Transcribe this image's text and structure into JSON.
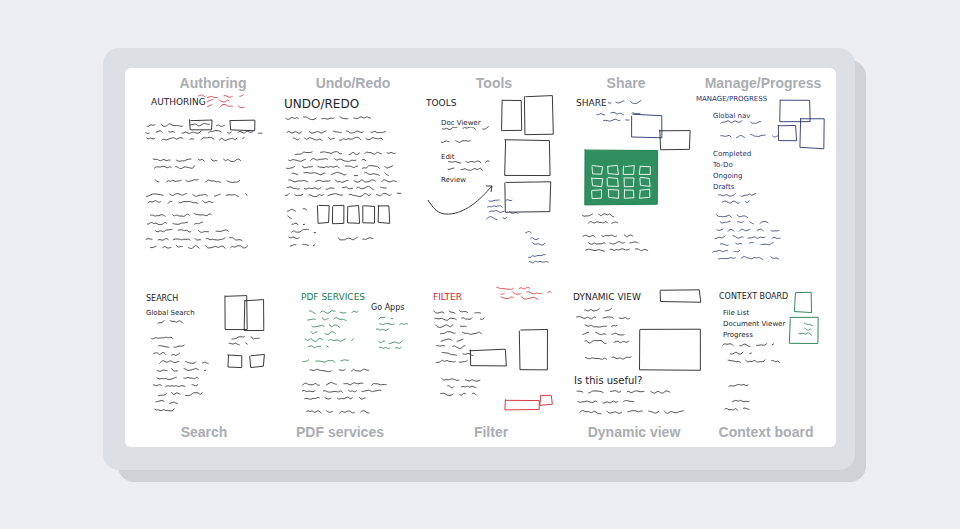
{
  "diagram": {
    "labels": [
      "Authoring",
      "Undo/Redo",
      "Tools",
      "Share",
      "Manage/Progress",
      "AUTHORING",
      "UNDO/REDO",
      "TOOLS",
      "Doc Viewer",
      "Edit",
      "Review",
      "SHARE",
      "MANAGE/PROGRESS",
      "Global nav",
      "Completed",
      "To-Do",
      "Ongoing",
      "Drafts",
      "SEARCH",
      "Global Search",
      "PDF SERVICES",
      "Go Apps",
      "FILTER",
      "DYNAMIC VIEW",
      "Is this useful?",
      "CONTEXT BOARD",
      "File List",
      "Document Viewer",
      "Progress",
      "Search",
      "PDF services",
      "Filter",
      "Dynamic view",
      "Context board"
    ]
  }
}
